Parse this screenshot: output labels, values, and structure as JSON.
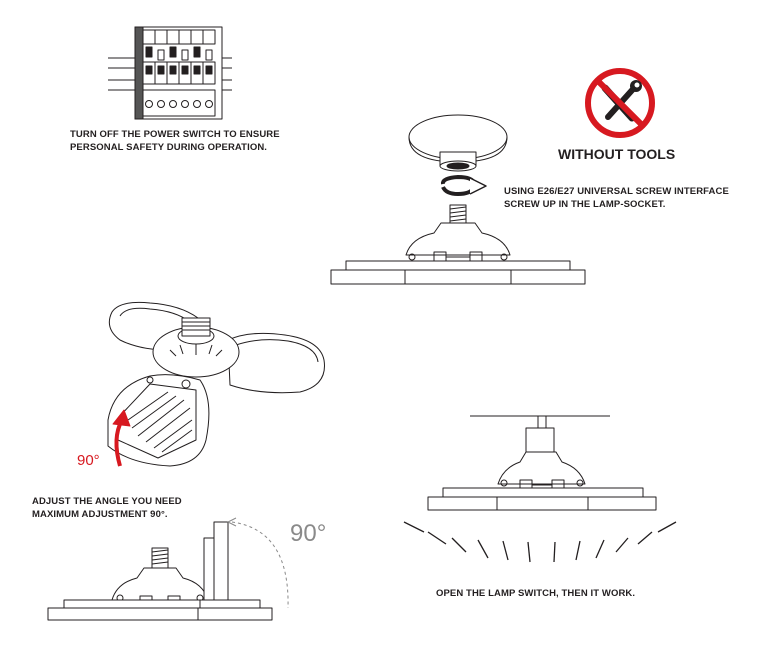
{
  "step1": {
    "line1": "TURN OFF THE POWER SWITCH TO ENSURE",
    "line2": "PERSONAL SAFETY DURING OPERATION."
  },
  "tools": {
    "title": "WITHOUT TOOLS",
    "icon": "no-tools-icon",
    "color": "#d71920"
  },
  "step2": {
    "line1": "USING E26/E27 UNIVERSAL SCREW INTERFACE",
    "line2": "SCREW UP IN THE LAMP-SOCKET."
  },
  "step3": {
    "angle_label": "90°",
    "line1": "ADJUST THE ANGLE YOU NEED",
    "line2": "MAXIMUM ADJUSTMENT 90°."
  },
  "step4": {
    "angle_label": "90°"
  },
  "step5": {
    "line1": "OPEN THE LAMP SWITCH, THEN IT WORK."
  }
}
